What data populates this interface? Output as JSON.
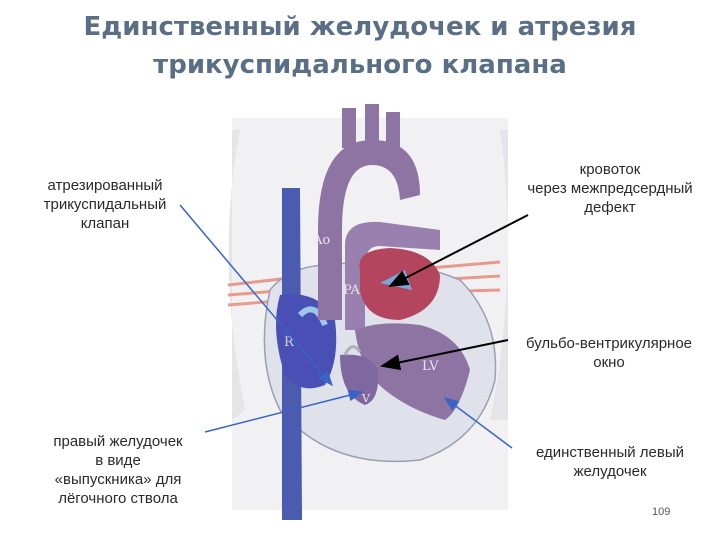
{
  "title": {
    "line1": "Единственный желудочек и атрезия",
    "line2": "трикуспидального клапана"
  },
  "labels": {
    "tricuspid": [
      "атрезированный",
      "трикуспидальный",
      "клапан"
    ],
    "atrial_flow": [
      "кровоток",
      "через межпредсердный",
      "дефект"
    ],
    "bulbo": [
      "бульбо-вентрикулярное",
      "окно"
    ],
    "right_ventricle": [
      "правый желудочек",
      "в виде",
      "«выпускника»  для",
      "лёгочного ствола"
    ],
    "left_ventricle": [
      "единственный левый",
      "желудочек"
    ]
  },
  "heart_labels": {
    "ao": "Ao",
    "pa": "PA",
    "ra": "R",
    "lv": "LV",
    "v": "V"
  },
  "page_number": "109",
  "colors": {
    "title": "#5a6f86",
    "heart_purple": "#8e74a3",
    "vein_blue": "#4a5bb0",
    "muscle": "#dfe2ea",
    "arrow_blue": "#3a63c4"
  }
}
